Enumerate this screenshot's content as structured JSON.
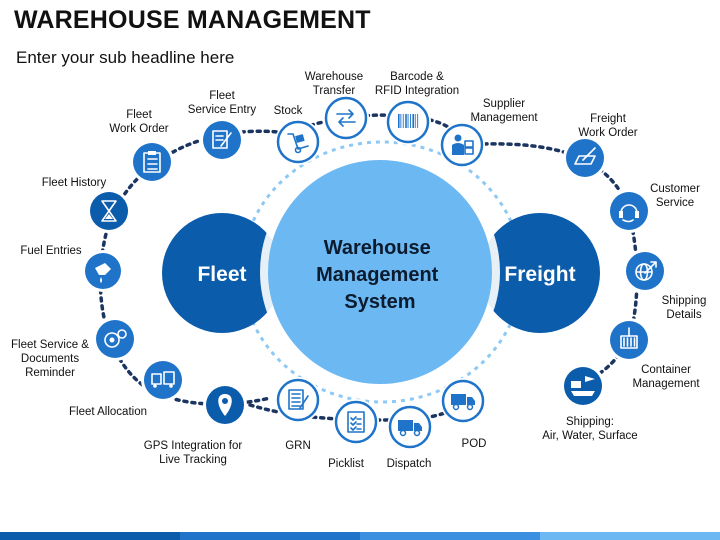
{
  "title": "WAREHOUSE MANAGEMENT",
  "subtitle": "Enter your sub headline here",
  "colors": {
    "dark_blue": "#0b5cab",
    "mid_blue": "#1f74c9",
    "light_blue": "#6cb8f3",
    "dots": "#1b3560"
  },
  "center": {
    "lines": [
      "Warehouse",
      "Management",
      "System"
    ]
  },
  "left_hub": {
    "label": "Fleet"
  },
  "right_hub": {
    "label": "Freight"
  },
  "nodes": [
    {
      "id": "fleet-service-entry",
      "icon": "pen-notepad-icon",
      "label_lines": [
        "Fleet",
        "Service Entry"
      ]
    },
    {
      "id": "fleet-work-order",
      "icon": "clipboard-checklist-icon",
      "label_lines": [
        "Fleet",
        "Work Order"
      ]
    },
    {
      "id": "fleet-history",
      "icon": "hourglass-icon",
      "label_lines": [
        "Fleet History"
      ]
    },
    {
      "id": "fuel-entries",
      "icon": "fuel-nozzle-icon",
      "label_lines": [
        "Fuel Entries"
      ]
    },
    {
      "id": "fleet-service-documents-reminder",
      "icon": "gears-icon",
      "label_lines": [
        "Fleet Service &",
        "Documents",
        "Reminder"
      ]
    },
    {
      "id": "fleet-allocation",
      "icon": "vehicles-icon",
      "label_lines": [
        "Fleet Allocation"
      ]
    },
    {
      "id": "gps-integration",
      "icon": "map-pin-icon",
      "label_lines": [
        "GPS Integration for",
        "Live Tracking"
      ]
    },
    {
      "id": "grn",
      "icon": "document-pen-icon",
      "label_lines": [
        "GRN"
      ]
    },
    {
      "id": "picklist",
      "icon": "checklist-icon",
      "label_lines": [
        "Picklist"
      ]
    },
    {
      "id": "dispatch",
      "icon": "delivery-truck-icon",
      "label_lines": [
        "Dispatch"
      ]
    },
    {
      "id": "pod",
      "icon": "truck-icon",
      "label_lines": [
        "POD"
      ]
    },
    {
      "id": "stock",
      "icon": "hand-truck-icon",
      "label_lines": [
        "Stock"
      ]
    },
    {
      "id": "warehouse-transfer",
      "icon": "transfer-arrows-icon",
      "label_lines": [
        "Warehouse",
        "Transfer"
      ]
    },
    {
      "id": "barcode-rfid",
      "icon": "barcode-icon",
      "label_lines": [
        "Barcode &",
        "RFID Integration"
      ]
    },
    {
      "id": "supplier-management",
      "icon": "worker-boxes-icon",
      "label_lines": [
        "Supplier",
        "Management"
      ]
    },
    {
      "id": "freight-work-order",
      "icon": "signing-pen-icon",
      "label_lines": [
        "Freight",
        "Work Order"
      ]
    },
    {
      "id": "customer-service",
      "icon": "headset-icon",
      "label_lines": [
        "Customer",
        "Service"
      ]
    },
    {
      "id": "shipping-details",
      "icon": "globe-arrow-icon",
      "label_lines": [
        "Shipping",
        "Details"
      ]
    },
    {
      "id": "container-management",
      "icon": "container-crane-icon",
      "label_lines": [
        "Container",
        "Management"
      ]
    },
    {
      "id": "shipping-modes",
      "icon": "plane-ship-truck-icon",
      "label_lines": [
        "Shipping:",
        "Air, Water, Surface"
      ]
    }
  ]
}
